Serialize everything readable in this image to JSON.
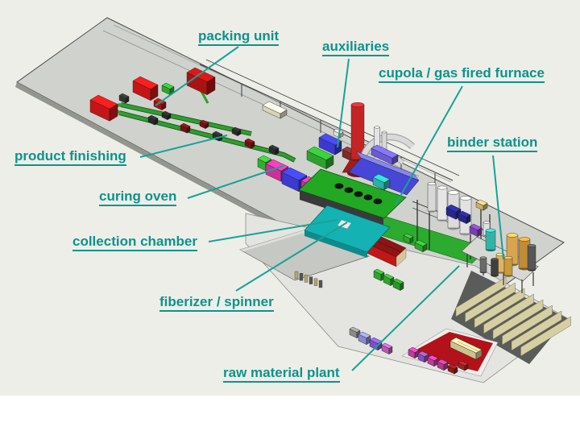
{
  "labels": [
    {
      "id": "packing-unit",
      "text": "packing unit"
    },
    {
      "id": "auxiliaries",
      "text": "auxiliaries"
    },
    {
      "id": "cupola-gas-fired-furnace",
      "text": "cupola / gas fired furnace"
    },
    {
      "id": "binder-station",
      "text": "binder station"
    },
    {
      "id": "product-finishing",
      "text": "product finishing"
    },
    {
      "id": "curing-oven",
      "text": "curing oven"
    },
    {
      "id": "collection-chamber",
      "text": "collection chamber"
    },
    {
      "id": "fiberizer-spinner",
      "text": "fiberizer / spinner"
    },
    {
      "id": "raw-material-plant",
      "text": "raw material plant"
    }
  ],
  "colors": {
    "label_text": "#0d938c",
    "leader_line": "#18a295",
    "diagram_background": "#edeee8",
    "page_background": "#ffffff",
    "platform_gray": "#d0d2ce",
    "chimney_red": "#c42424",
    "oven_magenta": "#cf2f98",
    "oven_blue": "#3a3ad2",
    "collection_teal": "#14b2b2",
    "deck_green": "#23a823",
    "bay_wall_tan": "#d6cfa4",
    "raw_floor_red": "#b3121a"
  }
}
